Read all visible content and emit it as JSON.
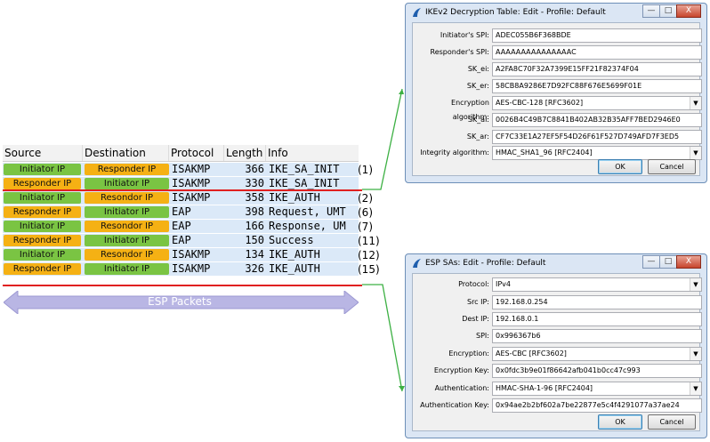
{
  "packet_table": {
    "headers": {
      "source": "Source",
      "destination": "Destination",
      "protocol": "Protocol",
      "length": "Length",
      "info": "Info"
    },
    "rows": [
      {
        "source": "Initiator IP",
        "destination": "Responder IP",
        "protocol": "ISAKMP",
        "length": "366",
        "info": "IKE_SA_INIT",
        "number": "(1)"
      },
      {
        "source": "Responder IP",
        "destination": "Initiator IP",
        "protocol": "ISAKMP",
        "length": "330",
        "info": "IKE_SA_INIT",
        "number": ""
      },
      {
        "source": "Initiator IP",
        "destination": "Resondor IP",
        "protocol": "ISAKMP",
        "length": "358",
        "info": "IKE_AUTH",
        "number": "(2)"
      },
      {
        "source": "Responder IP",
        "destination": "Initiator IP",
        "protocol": "EAP",
        "length": "398",
        "info": "Request, UMT",
        "number": "(6)"
      },
      {
        "source": "Initiator IP",
        "destination": "Resondor IP",
        "protocol": "EAP",
        "length": "166",
        "info": "Response, UM",
        "number": "(7)"
      },
      {
        "source": "Responder IP",
        "destination": "Initiator IP",
        "protocol": "EAP",
        "length": "150",
        "info": "Success",
        "number": "(11)"
      },
      {
        "source": "Initiator IP",
        "destination": "Resondor IP",
        "protocol": "ISAKMP",
        "length": "134",
        "info": "IKE_AUTH",
        "number": "(12)"
      },
      {
        "source": "Responder IP",
        "destination": "Initiator IP",
        "protocol": "ISAKMP",
        "length": "326",
        "info": "IKE_AUTH",
        "number": "(15)"
      }
    ]
  },
  "esp_packets_label": "ESP Packets",
  "colors": {
    "initiator": "#7ac443",
    "responder": "#f5b114",
    "row_bg": "#dbe9f8",
    "marker_red": "#e02020",
    "connector_green": "#3cb043",
    "esp_arrow": "#b9b6e4"
  },
  "ikev2_dialog": {
    "title": "IKEv2 Decryption Table: Edit - Profile: Default",
    "window_buttons": {
      "minimize": "—",
      "maximize": "□",
      "close": "X"
    },
    "fields": [
      {
        "label": "Initiator's SPI:",
        "value": "ADEC055B6F368BDE",
        "dropdown": false
      },
      {
        "label": "Responder's SPI:",
        "value": "AAAAAAAAAAAAAAAC",
        "dropdown": false
      },
      {
        "label": "SK_ei:",
        "value": "A2FA8C70F32A7399E15FF21F82374F04",
        "dropdown": false
      },
      {
        "label": "SK_er:",
        "value": "58CB8A9286E7D92FC88F676E5699F01E",
        "dropdown": false
      },
      {
        "label": "Encryption algorithm:",
        "value": "AES-CBC-128 [RFC3602]",
        "dropdown": true
      },
      {
        "label": "SK_ai:",
        "value": "0026B4C49B7C8841B402AB32B35AFF7BED2946E0",
        "dropdown": false
      },
      {
        "label": "SK_ar:",
        "value": "CF7C33E1A27EF5F54D26F61F527D749AFD7F3ED5",
        "dropdown": false
      },
      {
        "label": "Integrity algorithm:",
        "value": "HMAC_SHA1_96 [RFC2404]",
        "dropdown": true
      }
    ],
    "ok_label": "OK",
    "cancel_label": "Cancel"
  },
  "esp_dialog": {
    "title": "ESP SAs: Edit - Profile: Default",
    "window_buttons": {
      "minimize": "—",
      "maximize": "□",
      "close": "X"
    },
    "fields": [
      {
        "label": "Protocol:",
        "value": "IPv4",
        "dropdown": true
      },
      {
        "label": "Src IP:",
        "value": "192.168.0.254",
        "dropdown": false
      },
      {
        "label": "Dest IP:",
        "value": "192.168.0.1",
        "dropdown": false
      },
      {
        "label": "SPI:",
        "value": "0x996367b6",
        "dropdown": false
      },
      {
        "label": "Encryption:",
        "value": "AES-CBC [RFC3602]",
        "dropdown": true
      },
      {
        "label": "Encryption Key:",
        "value": "0x0fdc3b9e01f86642afb041b0cc47c993",
        "dropdown": false
      },
      {
        "label": "Authentication:",
        "value": "HMAC-SHA-1-96 [RFC2404]",
        "dropdown": true
      },
      {
        "label": "Authentication Key:",
        "value": "0x94ae2b2bf602a7be22877e5c4f4291077a37ae24",
        "dropdown": false
      }
    ],
    "ok_label": "OK",
    "cancel_label": "Cancel"
  }
}
